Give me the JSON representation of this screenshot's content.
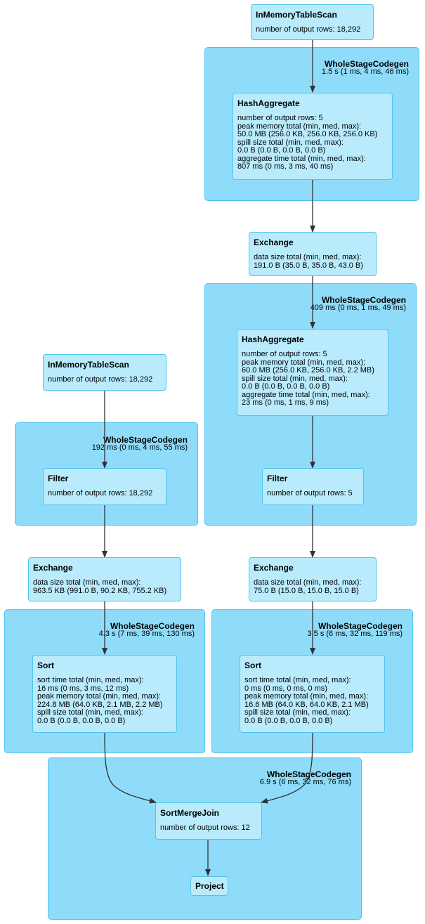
{
  "clusters": {
    "wsc_a": {
      "title": "WholeStageCodegen",
      "metric": "1.5 s (1 ms, 4 ms, 46 ms)"
    },
    "wsc_b": {
      "title": "WholeStageCodegen",
      "metric": "409 ms (0 ms, 1 ms, 49 ms)"
    },
    "wsc_c": {
      "title": "WholeStageCodegen",
      "metric": "192 ms (0 ms, 4 ms, 55 ms)"
    },
    "wsc_d": {
      "title": "WholeStageCodegen",
      "metric": "4.3 s (7 ms, 39 ms, 130 ms)"
    },
    "wsc_e": {
      "title": "WholeStageCodegen",
      "metric": "3.5 s (6 ms, 32 ms, 119 ms)"
    },
    "wsc_f": {
      "title": "WholeStageCodegen",
      "metric": "6.9 s (6 ms, 32 ms, 76 ms)"
    }
  },
  "nodes": {
    "scan_right": {
      "name": "InMemoryTableScan",
      "lines": [
        "number of output rows: 18,292"
      ]
    },
    "hashagg_1": {
      "name": "HashAggregate",
      "lines": [
        "number of output rows: 5",
        "peak memory total (min, med, max):",
        "50.0 MB (256.0 KB, 256.0 KB, 256.0 KB)",
        "spill size total (min, med, max):",
        "0.0 B (0.0 B, 0.0 B, 0.0 B)",
        "aggregate time total (min, med, max):",
        "807 ms (0 ms, 3 ms, 40 ms)"
      ]
    },
    "exchange_1": {
      "name": "Exchange",
      "lines": [
        "data size total (min, med, max):",
        "191.0 B (35.0 B, 35.0 B, 43.0 B)"
      ]
    },
    "hashagg_2": {
      "name": "HashAggregate",
      "lines": [
        "number of output rows: 5",
        "peak memory total (min, med, max):",
        "60.0 MB (256.0 KB, 256.0 KB, 2.2 MB)",
        "spill size total (min, med, max):",
        "0.0 B (0.0 B, 0.0 B, 0.0 B)",
        "aggregate time total (min, med, max):",
        "23 ms (0 ms, 1 ms, 9 ms)"
      ]
    },
    "filter_right": {
      "name": "Filter",
      "lines": [
        "number of output rows: 5"
      ]
    },
    "exchange_right": {
      "name": "Exchange",
      "lines": [
        "data size total (min, med, max):",
        "75.0 B (15.0 B, 15.0 B, 15.0 B)"
      ]
    },
    "sort_right": {
      "name": "Sort",
      "lines": [
        "sort time total (min, med, max):",
        "0 ms (0 ms, 0 ms, 0 ms)",
        "peak memory total (min, med, max):",
        "16.6 MB (64.0 KB, 64.0 KB, 2.1 MB)",
        "spill size total (min, med, max):",
        "0.0 B (0.0 B, 0.0 B, 0.0 B)"
      ]
    },
    "scan_left": {
      "name": "InMemoryTableScan",
      "lines": [
        "number of output rows: 18,292"
      ]
    },
    "filter_left": {
      "name": "Filter",
      "lines": [
        "number of output rows: 18,292"
      ]
    },
    "exchange_left": {
      "name": "Exchange",
      "lines": [
        "data size total (min, med, max):",
        "963.5 KB (991.0 B, 90.2 KB, 755.2 KB)"
      ]
    },
    "sort_left": {
      "name": "Sort",
      "lines": [
        "sort time total (min, med, max):",
        "16 ms (0 ms, 3 ms, 12 ms)",
        "peak memory total (min, med, max):",
        "224.8 MB (64.0 KB, 2.1 MB, 2.2 MB)",
        "spill size total (min, med, max):",
        "0.0 B (0.0 B, 0.0 B, 0.0 B)"
      ]
    },
    "smj": {
      "name": "SortMergeJoin",
      "lines": [
        "number of output rows: 12"
      ]
    },
    "project": {
      "name": "Project",
      "lines": []
    }
  }
}
